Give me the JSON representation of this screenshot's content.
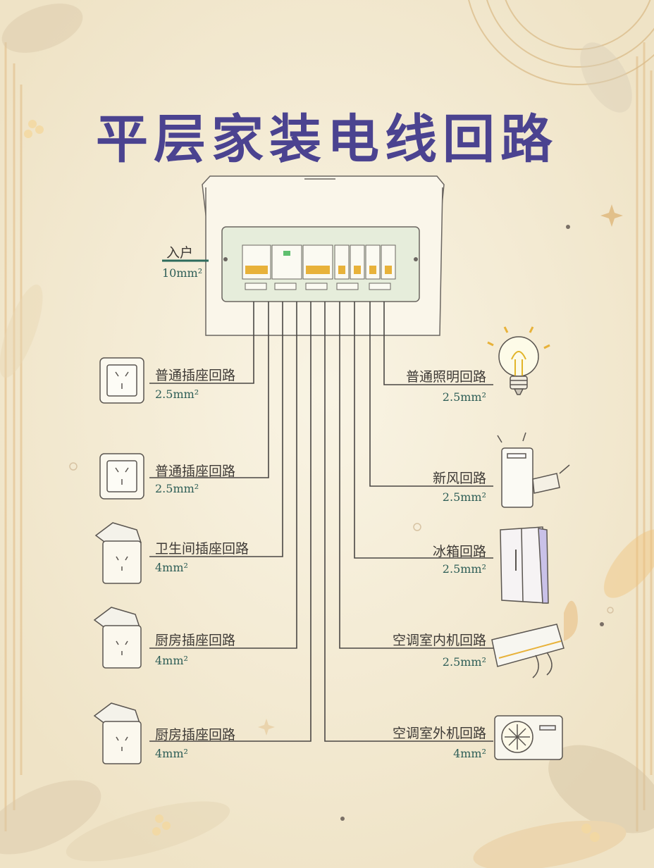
{
  "title": "平层家装电线回路",
  "incoming": {
    "label": "入户",
    "spec": "10mm²"
  },
  "left_circuits": [
    {
      "label": "普通插座回路",
      "spec": "2.5mm²",
      "device": "socket-icon"
    },
    {
      "label": "普通插座回路",
      "spec": "2.5mm²",
      "device": "socket-icon"
    },
    {
      "label": "卫生间插座回路",
      "spec": "4mm²",
      "device": "splashproof-socket-icon"
    },
    {
      "label": "厨房插座回路",
      "spec": "4mm²",
      "device": "splashproof-socket-icon"
    },
    {
      "label": "厨房插座回路",
      "spec": "4mm²",
      "device": "splashproof-socket-icon"
    }
  ],
  "right_circuits": [
    {
      "label": "普通照明回路",
      "spec": "2.5mm²",
      "device": "light-bulb-icon"
    },
    {
      "label": "新风回路",
      "spec": "2.5mm²",
      "device": "fresh-air-unit-icon"
    },
    {
      "label": "冰箱回路",
      "spec": "2.5mm²",
      "device": "refrigerator-icon"
    },
    {
      "label": "空调室内机回路",
      "spec": "2.5mm²",
      "device": "ac-indoor-unit-icon"
    },
    {
      "label": "空调室外机回路",
      "spec": "4mm²",
      "device": "ac-outdoor-unit-icon"
    }
  ],
  "colors": {
    "title": "#4b4390",
    "wire": "#4a4744",
    "spec_text": "#2e5e57",
    "incoming_wire": "#2d6b5c",
    "breaker_handle": "#e8b23a",
    "breaker_indicator": "#5fbf6e",
    "panel_bg": "#e6eddb",
    "background": "#f5efdc"
  }
}
